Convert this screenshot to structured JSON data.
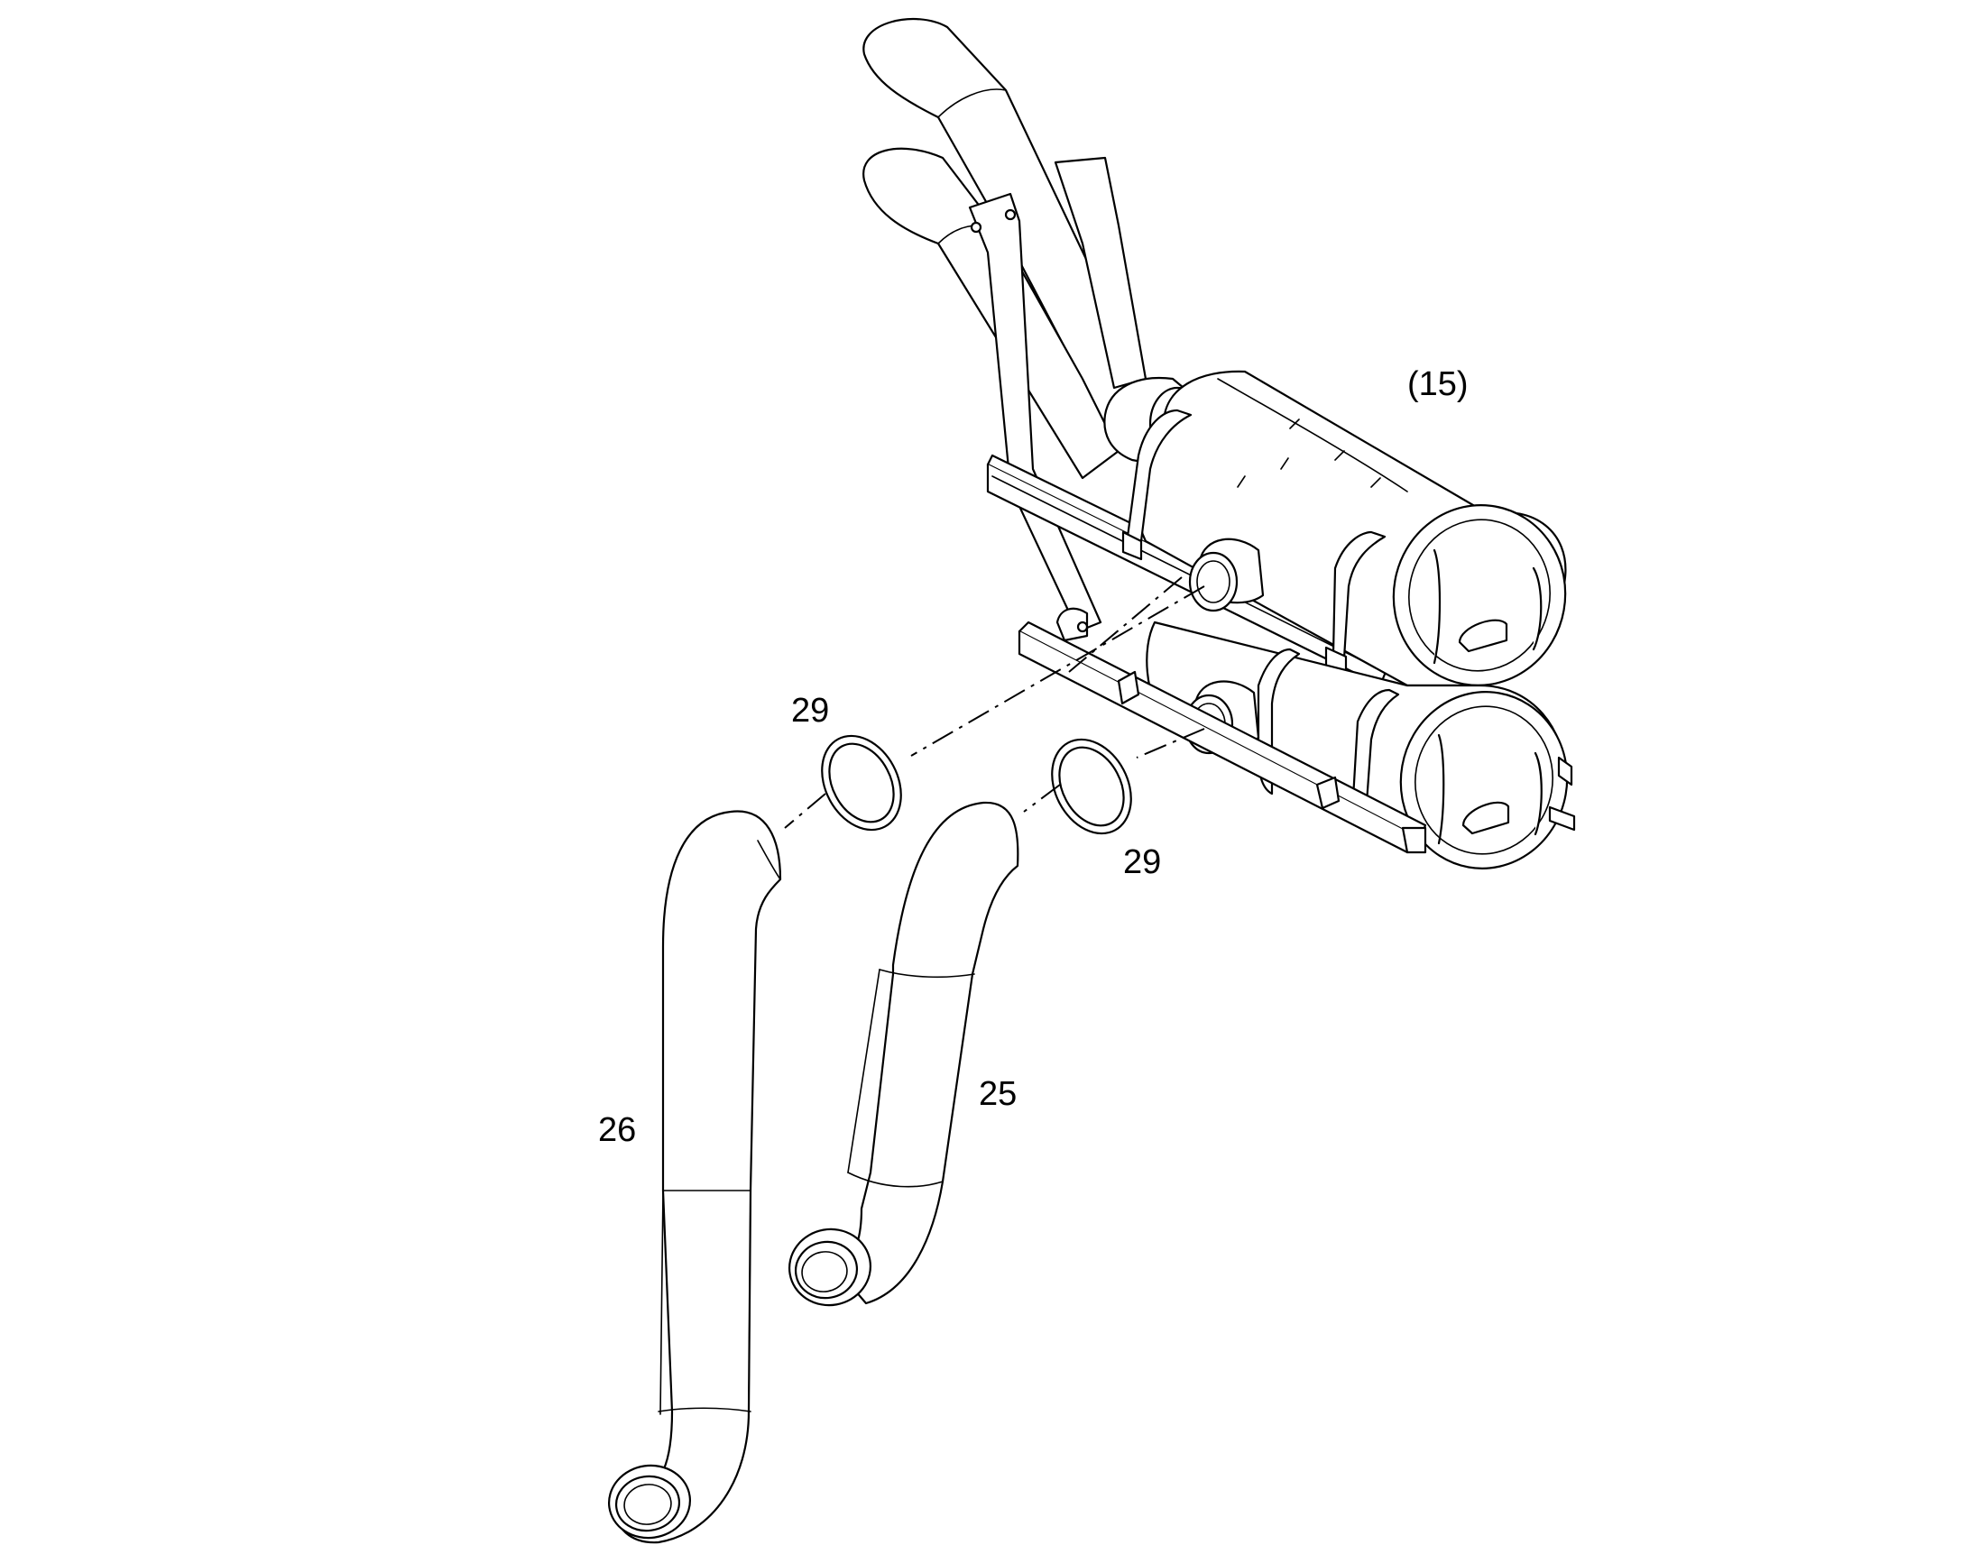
{
  "callouts": {
    "assembly": "(15)",
    "seal_upper": "29",
    "seal_lower": "29",
    "pipe_right": "25",
    "pipe_left": "26"
  },
  "colors": {
    "line": "#000000",
    "background": "#ffffff"
  }
}
